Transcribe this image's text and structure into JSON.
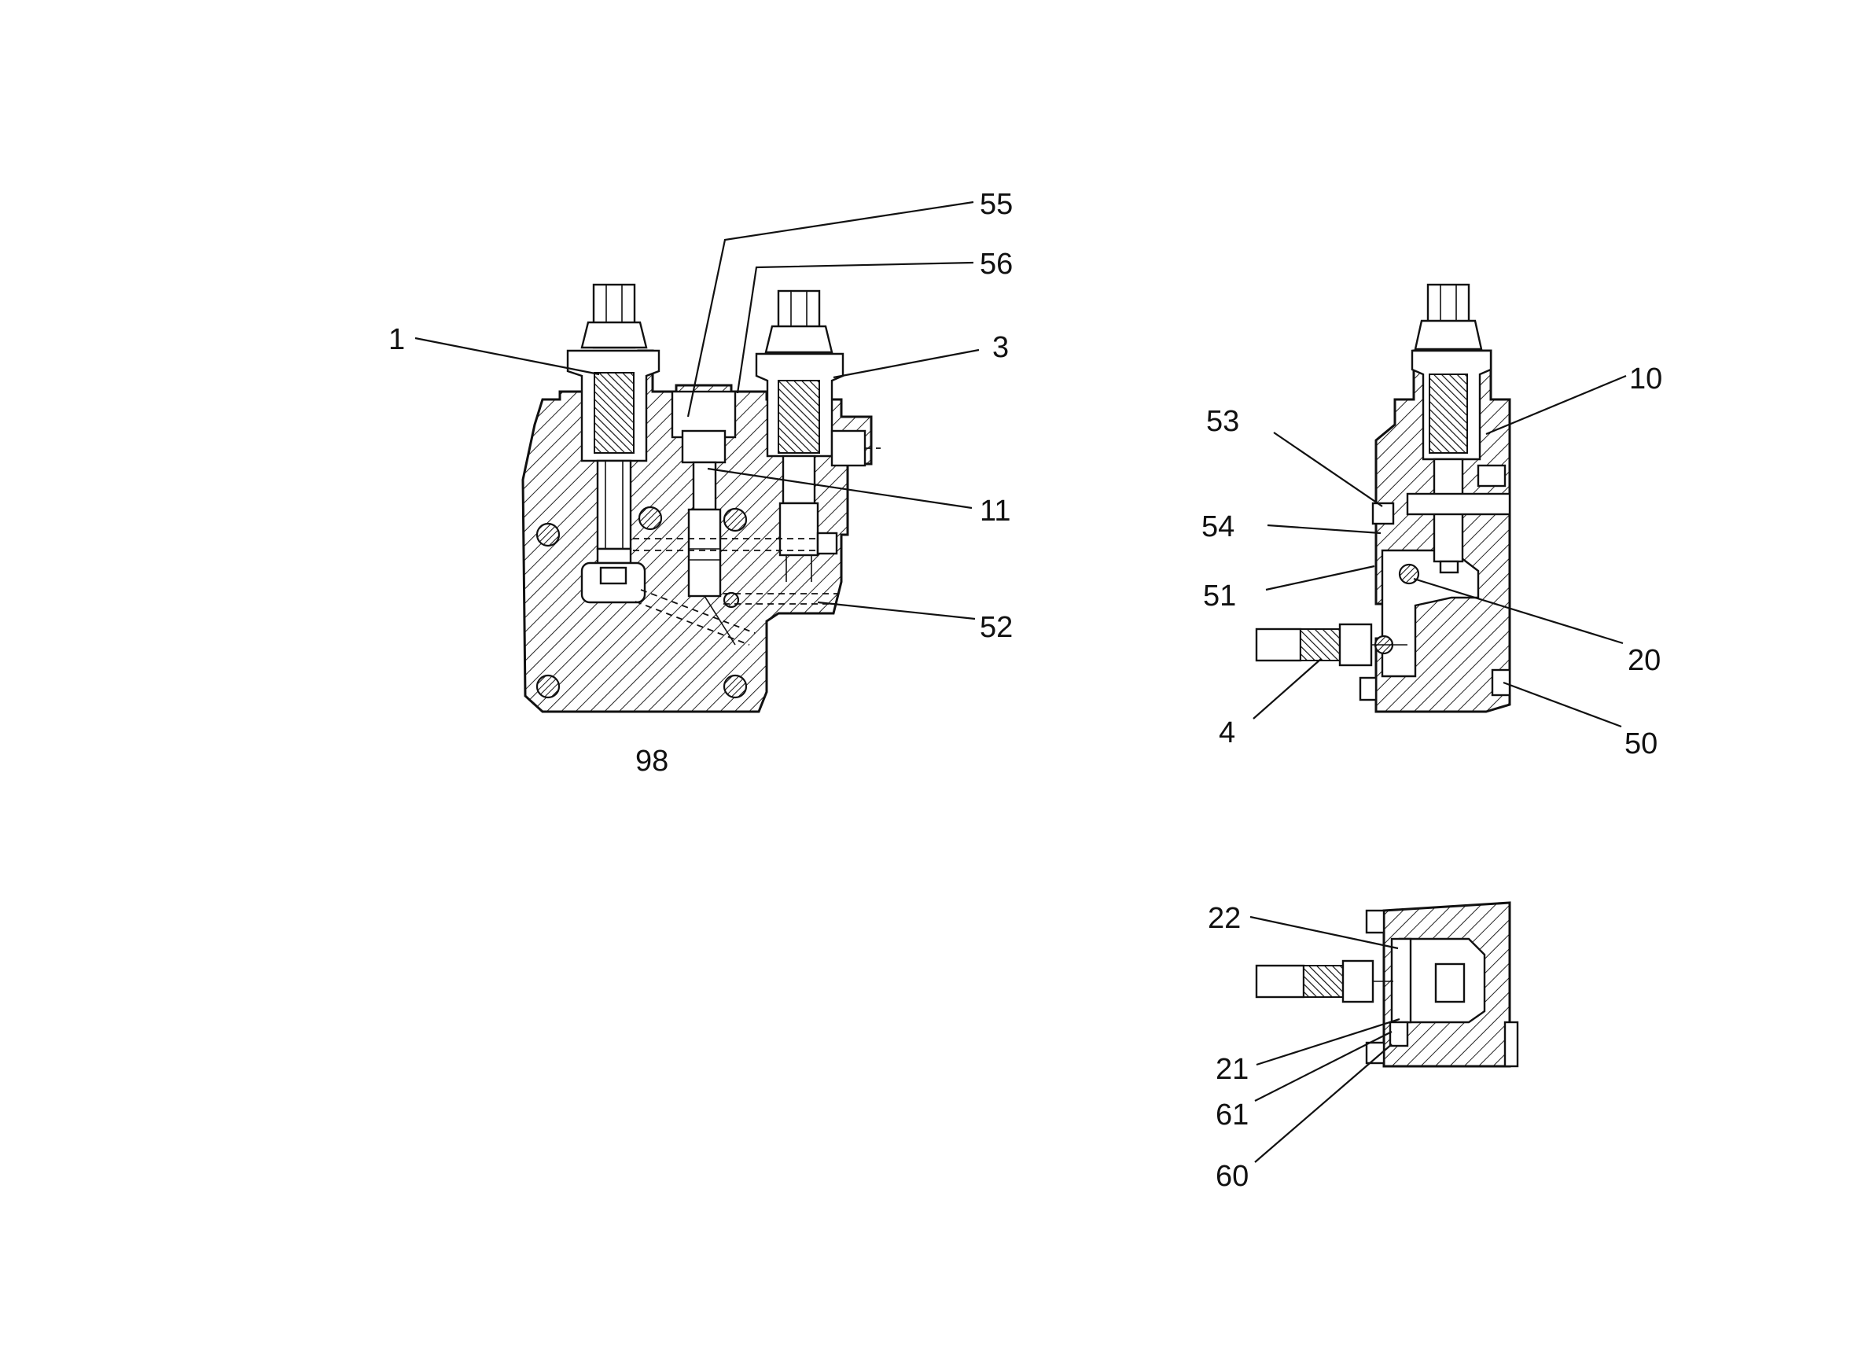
{
  "callouts": {
    "c1": "1",
    "c3": "3",
    "c55": "55",
    "c56": "56",
    "c11": "11",
    "c52": "52",
    "c98": "98",
    "c10": "10",
    "c53": "53",
    "c54": "54",
    "c51": "51",
    "c20": "20",
    "c4": "4",
    "c50": "50",
    "c22": "22",
    "c21": "21",
    "c61": "61",
    "c60": "60"
  }
}
